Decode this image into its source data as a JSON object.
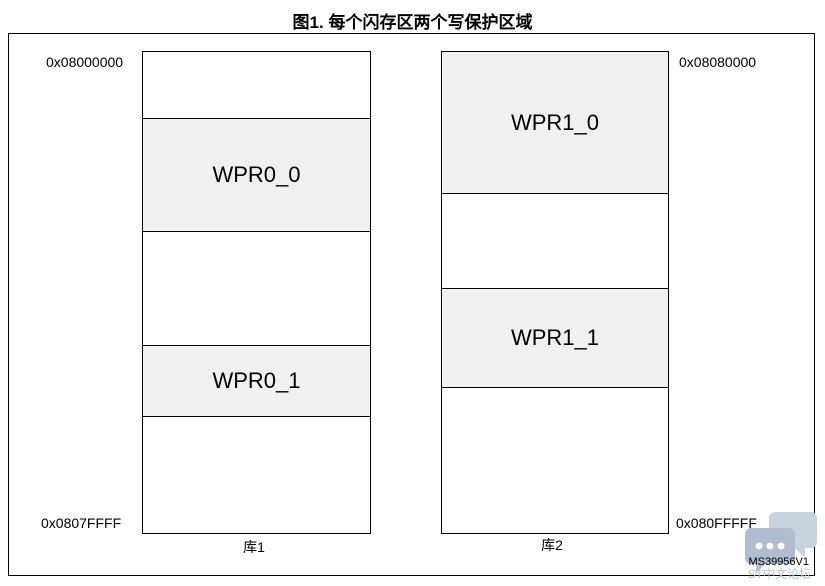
{
  "title": "图1. 每个闪存区两个写保护区域",
  "bank1": {
    "label": "库1",
    "start_address": "0x08000000",
    "end_address": "0x0807FFFF",
    "regions": [
      "WPR0_0",
      "WPR0_1"
    ]
  },
  "bank2": {
    "label": "库2",
    "start_address": "0x08080000",
    "end_address": "0x080FFFFF",
    "regions": [
      "WPR1_0",
      "WPR1_1"
    ]
  },
  "reference": "MS39956V1",
  "watermark_text": "ST中文论坛",
  "colors": {
    "region_fill": "#f0f0f0",
    "border": "#000000"
  }
}
